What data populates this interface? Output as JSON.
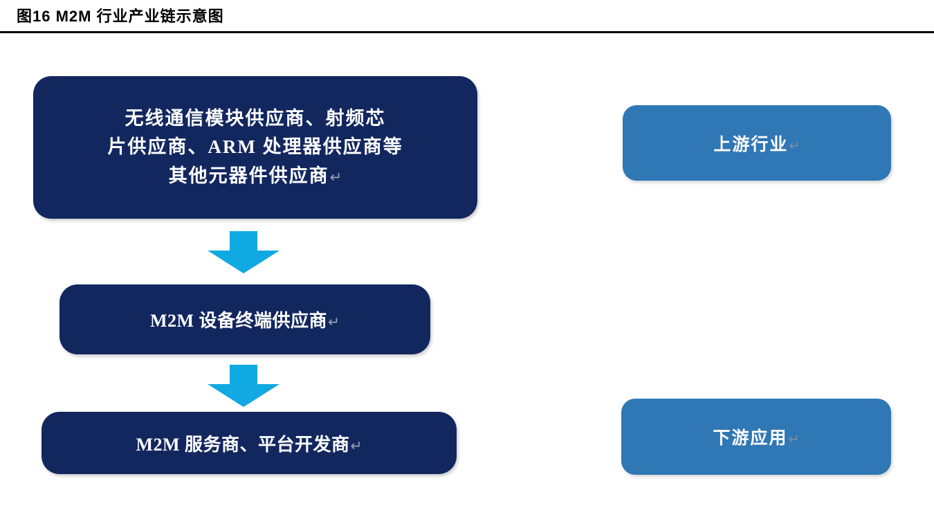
{
  "figure": {
    "title": "图16 M2M 行业产业链示意图",
    "title_number": "图16",
    "title_text": "M2M 行业产业链示意图"
  },
  "colors": {
    "node_dark": "#13275f",
    "node_blue": "#3077b5",
    "arrow": "#10a9e2",
    "text_on_node": "#ffffff",
    "return_mark": "#9aa3b2",
    "rule": "#000000",
    "background": "#ffffff"
  },
  "diagram": {
    "type": "flowchart",
    "orientation": "top-to-bottom",
    "chain_nodes": [
      {
        "id": "suppliers",
        "label": "无线通信模块供应商、射频芯片供应商、ARM 处理器供应商等其他元器件供应商",
        "lines": [
          "无线通信模块供应商、射频芯",
          "片供应商、ARM 处理器供应商等",
          "其他元器件供应商"
        ],
        "return_mark": "↵",
        "style": "node_dark"
      },
      {
        "id": "devices",
        "label": "M2M 设备终端供应商",
        "return_mark": "↵",
        "style": "node_dark"
      },
      {
        "id": "services",
        "label": "M2M 服务商、平台开发商",
        "return_mark": "↵",
        "style": "node_dark"
      }
    ],
    "stage_nodes": [
      {
        "id": "upstream",
        "label": "上游行业",
        "return_mark": "↵",
        "style": "node_blue"
      },
      {
        "id": "downstream",
        "label": "下游应用",
        "return_mark": "↵",
        "style": "node_blue"
      }
    ],
    "arrows": [
      {
        "id": "suppliers-to-devices",
        "from": "suppliers",
        "to": "devices",
        "direction": "down"
      },
      {
        "id": "devices-to-services",
        "from": "devices",
        "to": "services",
        "direction": "down"
      }
    ]
  }
}
